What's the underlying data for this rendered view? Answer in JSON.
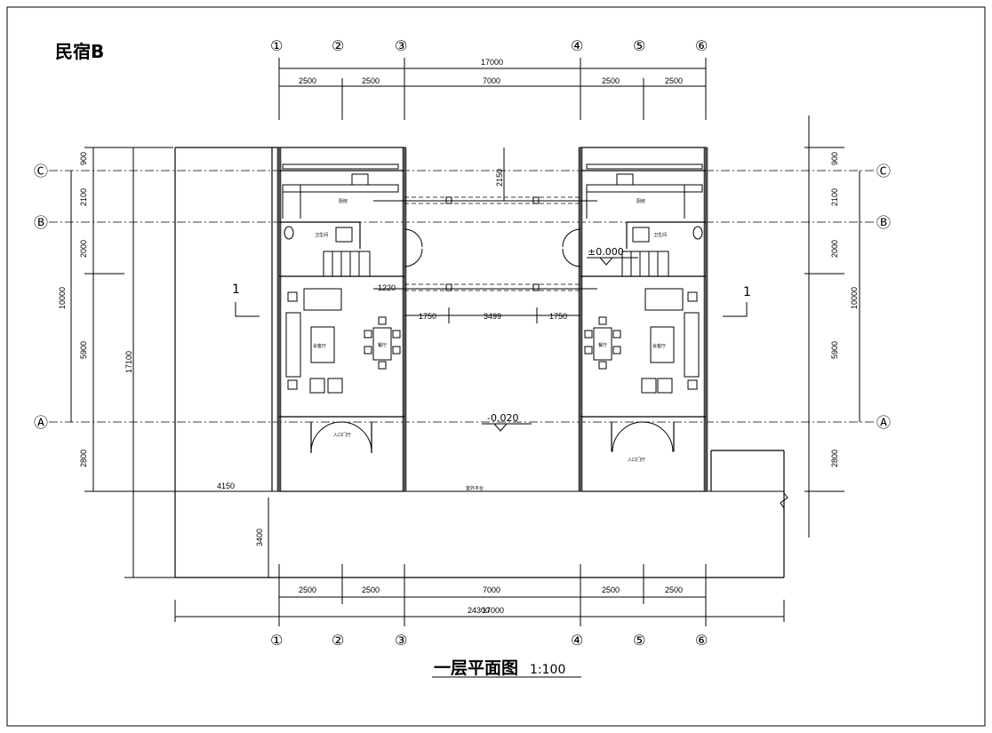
{
  "title": "民宿B",
  "drawing_title": "一层平面图",
  "drawing_scale": "1:100",
  "axes_numbers": [
    "①",
    "②",
    "③",
    "④",
    "⑤",
    "⑥"
  ],
  "axes_letters": [
    "Ⓒ",
    "Ⓑ",
    "Ⓐ"
  ],
  "dims_top": {
    "total": "17000",
    "spans": [
      "2500",
      "2500",
      "7000",
      "2500",
      "2500"
    ]
  },
  "dims_bottom": {
    "spans": [
      "2500",
      "2500",
      "7000",
      "2500",
      "2500"
    ],
    "total_a": "24300",
    "total_b": "17000"
  },
  "dims_left": {
    "total": "17100",
    "sub_total": "10000",
    "spans": [
      "900",
      "2100",
      "2000",
      "5900",
      "2800"
    ]
  },
  "dims_right": {
    "sub_total": "10000",
    "spans": [
      "900",
      "2100",
      "2000",
      "5900",
      "2800"
    ]
  },
  "dims_inner": {
    "left_width": "4150",
    "left_height": "3400",
    "courtyard": "2150",
    "offset": "1220",
    "mid": [
      "1750",
      "3499",
      "1750"
    ]
  },
  "levels": {
    "floor": "±0.000",
    "outdoor": "-0.020"
  },
  "section_marks": [
    "1",
    "1"
  ],
  "rooms": {
    "kitchen": "厨房",
    "toilet": "卫生间",
    "dining": "餐厅",
    "tea": "会客厅",
    "entry": "入口门厅",
    "terrace": "室外平台"
  }
}
